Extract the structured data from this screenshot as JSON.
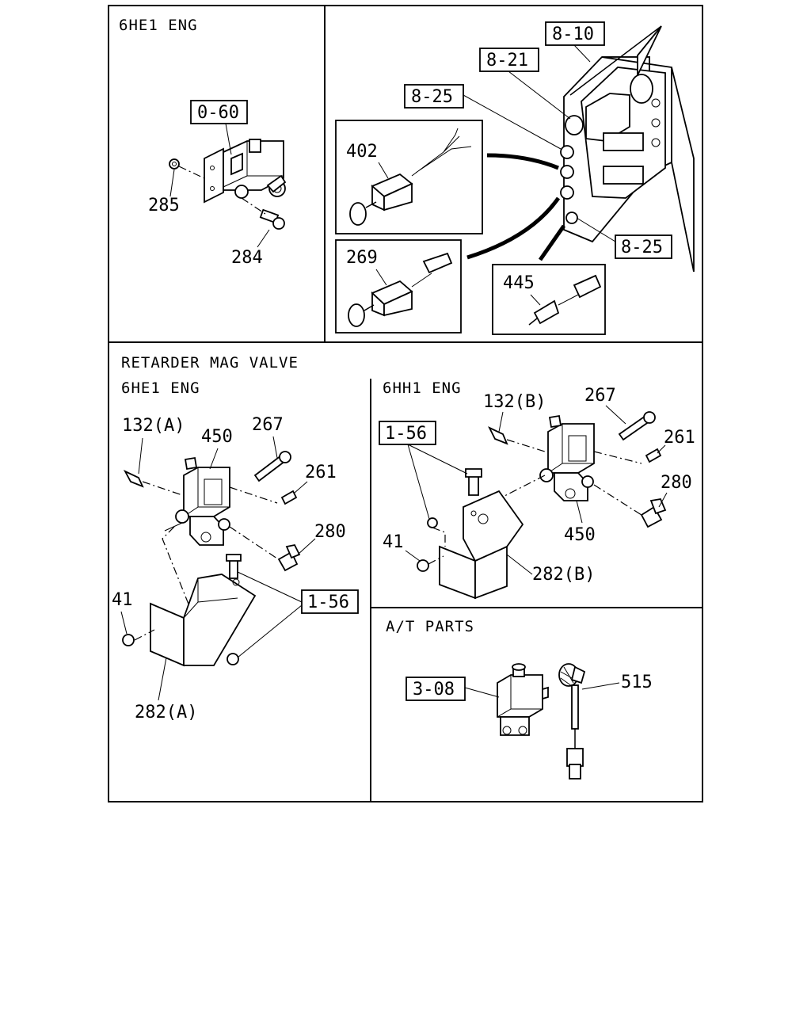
{
  "sections": {
    "top_left": {
      "title": "6HE1 ENG"
    },
    "bottom": {
      "title": "RETARDER MAG VALVE"
    },
    "bottom_left": {
      "title": "6HE1 ENG"
    },
    "bottom_right": {
      "title": "6HH1 ENG"
    },
    "at_parts": {
      "title": "A/T PARTS"
    }
  },
  "refs": {
    "r_0_60": "0-60",
    "r_8_10": "8-10",
    "r_8_21": "8-21",
    "r_8_25a": "8-25",
    "r_8_25b": "8-25",
    "r_1_56a": "1-56",
    "r_1_56b": "1-56",
    "r_3_08": "3-08"
  },
  "labels": {
    "p285": "285",
    "p284": "284",
    "p402": "402",
    "p269": "269",
    "p445": "445",
    "p132a": "132(A)",
    "p450a": "450",
    "p267a": "267",
    "p261a": "261",
    "p280a": "280",
    "p41a": "41",
    "p282a": "282(A)",
    "p132b": "132(B)",
    "p267b": "267",
    "p261b": "261",
    "p280b": "280",
    "p450b": "450",
    "p41b": "41",
    "p282b": "282(B)",
    "p515": "515"
  }
}
